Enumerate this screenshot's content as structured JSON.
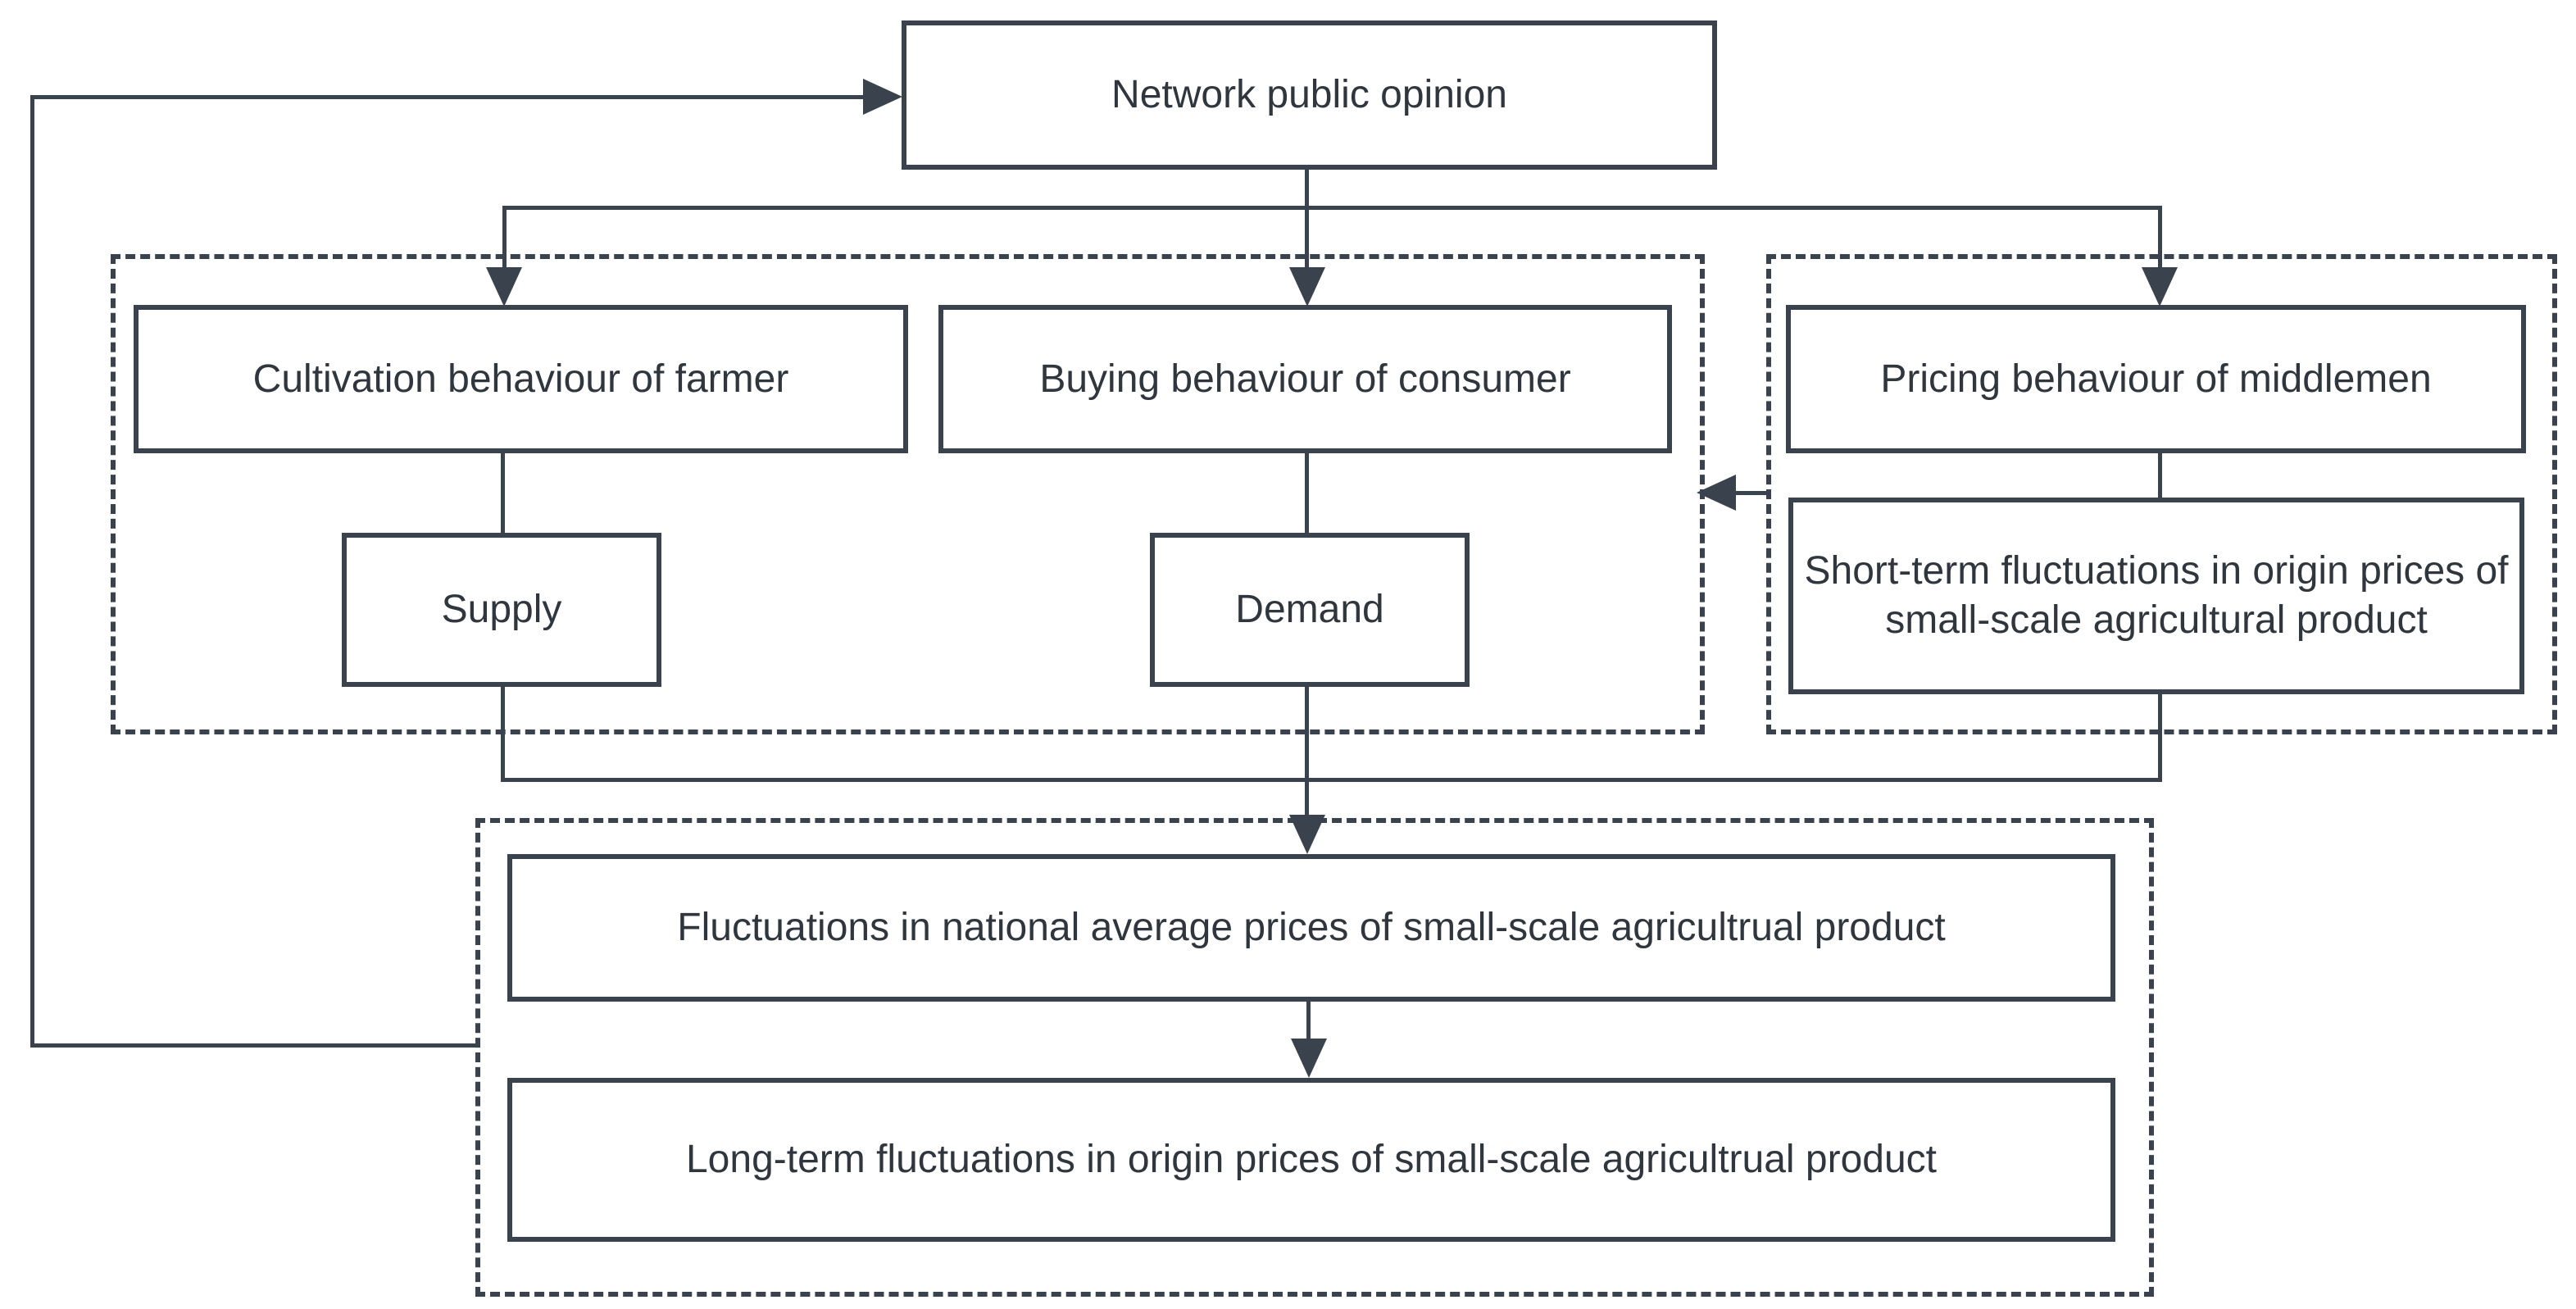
{
  "nodes": {
    "network": {
      "label": "Network public opinion"
    },
    "cultivation": {
      "label": "Cultivation behaviour of farmer"
    },
    "buying": {
      "label": "Buying behaviour of consumer"
    },
    "pricing": {
      "label": "Pricing behaviour of middlemen"
    },
    "supply": {
      "label": "Supply"
    },
    "demand": {
      "label": "Demand"
    },
    "short_term": {
      "label": "Short-term fluctuations in origin prices of small-scale agricultural product"
    },
    "national_average": {
      "label": "Fluctuations in national average prices of small-scale agricultrual product"
    },
    "long_term": {
      "label": "Long-term fluctuations in origin prices of small-scale agricultrual product"
    }
  },
  "edges": [
    {
      "from": "network",
      "to": "cultivation",
      "arrow": true
    },
    {
      "from": "network",
      "to": "buying",
      "arrow": true
    },
    {
      "from": "network",
      "to": "pricing",
      "arrow": true
    },
    {
      "from": "cultivation",
      "to": "supply",
      "arrow": false
    },
    {
      "from": "buying",
      "to": "demand",
      "arrow": false
    },
    {
      "from": "pricing",
      "to": "short_term",
      "arrow": false
    },
    {
      "from": "supply_demand_short_term_collector",
      "to": "national_average",
      "arrow": true
    },
    {
      "from": "national_average",
      "to": "long_term",
      "arrow": true
    },
    {
      "from": "short_term",
      "to": "left_group",
      "arrow": true,
      "direction": "left"
    },
    {
      "from": "bottom_group",
      "to": "network",
      "arrow": true,
      "direction": "feedback-loop"
    }
  ],
  "colors": {
    "line": "#3a434d",
    "text": "#2f363d",
    "box_fill": "#ffffff",
    "background": "#ffffff"
  }
}
